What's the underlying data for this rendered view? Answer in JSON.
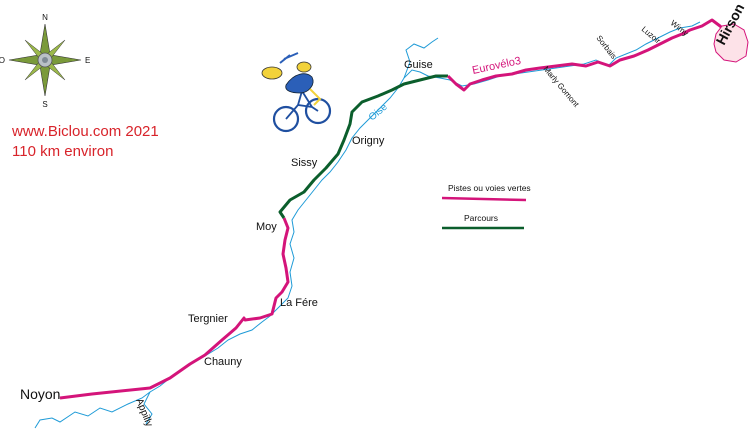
{
  "header": {
    "site": "www.Biclou.com 2021",
    "distance": "110 km environ"
  },
  "compass": {
    "icon": "compass-rose-icon",
    "north": "N",
    "south": "S",
    "east": "E",
    "west": "O"
  },
  "legend": {
    "green_ways": {
      "label": "Pistes ou voies vertes",
      "color": "#d4147a"
    },
    "route": {
      "label": "Parcours",
      "color": "#0b5e2c"
    }
  },
  "river": {
    "label": "Oise",
    "color": "#1f9bd7"
  },
  "route_label": "Eurovélo3",
  "cyclist_icon": "cyclist-icon",
  "towns": {
    "noyon": "Noyon",
    "appilly": "Appilly",
    "chauny": "Chauny",
    "tergnier": "Tergnier",
    "la_fere": "La Fére",
    "moy": "Moy",
    "sissy": "Sissy",
    "origny": "Origny",
    "guise": "Guise",
    "marly_gomont": "Marly Gomont",
    "sorbais": "Sorbais",
    "luzoir": "Luzoir",
    "wimy": "Wimy",
    "hirson": "Hirson"
  }
}
